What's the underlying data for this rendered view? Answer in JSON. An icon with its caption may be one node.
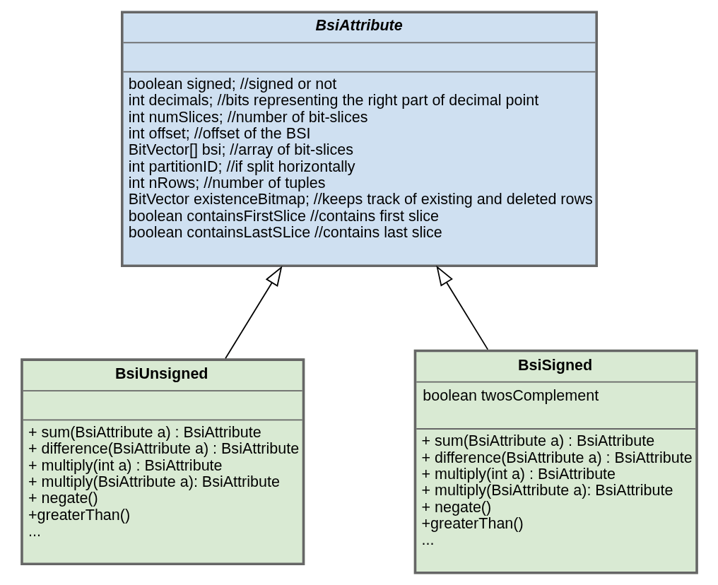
{
  "diagram": {
    "nodes": [
      {
        "text": [
          "BsiAttribute",
          "boolean signed; //signed or not",
          "int decimals; //bits representing the right part of decimal point",
          "int numSlices; //number of bit-slices",
          "int offset; //offset of the BSI",
          "BitVector[] bsi; //array of bit-slices",
          "int partitionID; //if split horizontally",
          "int nRows; //number of tuples",
          "BitVector existenceBitmap; //keeps track of existing and deleted rows",
          "boolean containsFirstSlice //contains first slice",
          "boolean containsLastSLice //contains last slice"
        ]
      },
      {
        "text": [
          "BsiUnsigned",
          "+ sum(BsiAttribute a) : BsiAttribute",
          "+ difference(BsiAttribute a) : BsiAttribute",
          "+ multiply(int a) : BsiAttribute",
          "+ multiply(BsiAttribute a): BsiAttribute",
          "+ negate()",
          "+greaterThan()",
          "..."
        ]
      },
      {
        "text": [
          "BsiSigned",
          "boolean twosComplement",
          "+ sum(BsiAttribute a) : BsiAttribute",
          "+ difference(BsiAttribute a) : BsiAttribute",
          "+ multiply(int a) : BsiAttribute",
          "+ multiply(BsiAttribute a): BsiAttribute",
          "+ negate()",
          "+greaterThan()",
          "..."
        ]
      }
    ],
    "edges": [
      {
        "from": 1,
        "to": 0,
        "arrow": "to"
      },
      {
        "from": 2,
        "to": 0,
        "arrow": "to"
      }
    ]
  }
}
